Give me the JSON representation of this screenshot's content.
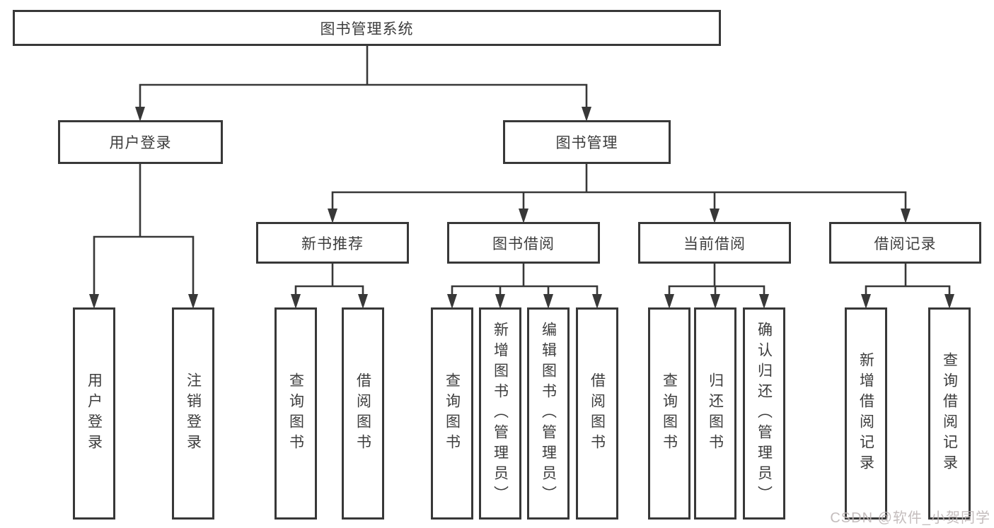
{
  "diagram": {
    "type": "hierarchy-flowchart",
    "colors": {
      "line": "#383838",
      "box_border": "#383838",
      "box_fill": "#ffffff",
      "text": "#3d3d3d",
      "background": "#ffffff",
      "watermark_text_color": "#beb6b6"
    },
    "tree": {
      "label": "图书管理系统",
      "children": [
        {
          "label": "用户登录",
          "children": [
            {
              "label": "用户登录"
            },
            {
              "label": "注销登录"
            }
          ]
        },
        {
          "label": "图书管理",
          "children": [
            {
              "label": "新书推荐",
              "children": [
                {
                  "label": "查询图书"
                },
                {
                  "label": "借阅图书"
                }
              ]
            },
            {
              "label": "图书借阅",
              "children": [
                {
                  "label": "查询图书"
                },
                {
                  "label": "新增图书（管理员）"
                },
                {
                  "label": "编辑图书（管理员）"
                },
                {
                  "label": "借阅图书"
                }
              ]
            },
            {
              "label": "当前借阅",
              "children": [
                {
                  "label": "查询图书"
                },
                {
                  "label": "归还图书"
                },
                {
                  "label": "确认归还（管理员）"
                }
              ]
            },
            {
              "label": "借阅记录",
              "children": [
                {
                  "label": "新增借阅记录"
                },
                {
                  "label": "查询借阅记录"
                }
              ]
            }
          ]
        }
      ]
    },
    "watermark": {
      "text": "CSDN @软件_小贺同学"
    }
  }
}
